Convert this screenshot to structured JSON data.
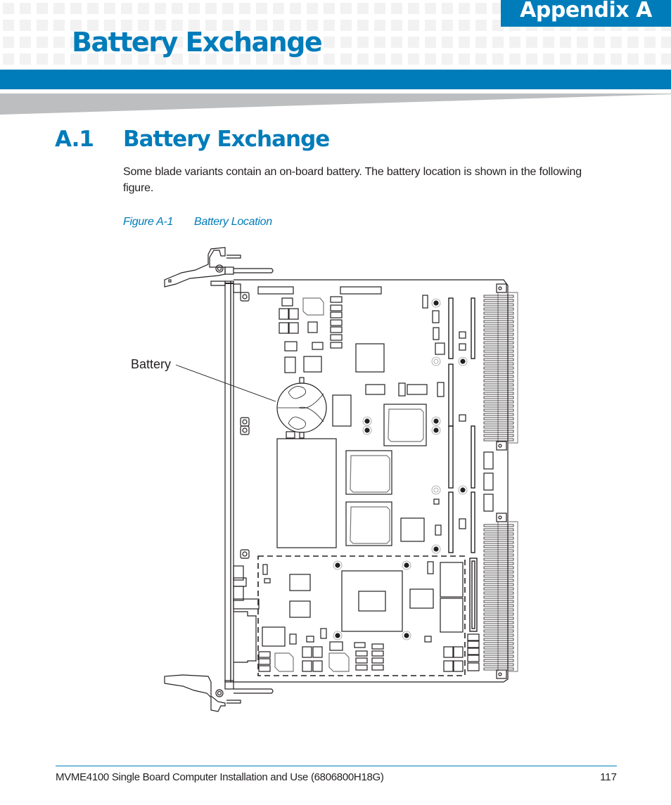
{
  "header": {
    "appendix_label": "Appendix A",
    "chapter_title": "Battery Exchange",
    "colors": {
      "brand_blue": "#007cba",
      "tile_gray": "#f2f2f2",
      "wedge_gray": "#bcbec0"
    }
  },
  "section": {
    "number": "A.1",
    "title": "Battery Exchange",
    "body": "Some blade variants contain an on-board battery. The battery location is shown in the following figure."
  },
  "figure": {
    "number": "Figure A-1",
    "title": "Battery Location",
    "callouts": [
      {
        "label": "Battery",
        "target": "coin-cell-battery"
      }
    ]
  },
  "footer": {
    "document_title": "MVME4100 Single Board Computer Installation and Use (6806800H18G)",
    "page_number": "117"
  }
}
